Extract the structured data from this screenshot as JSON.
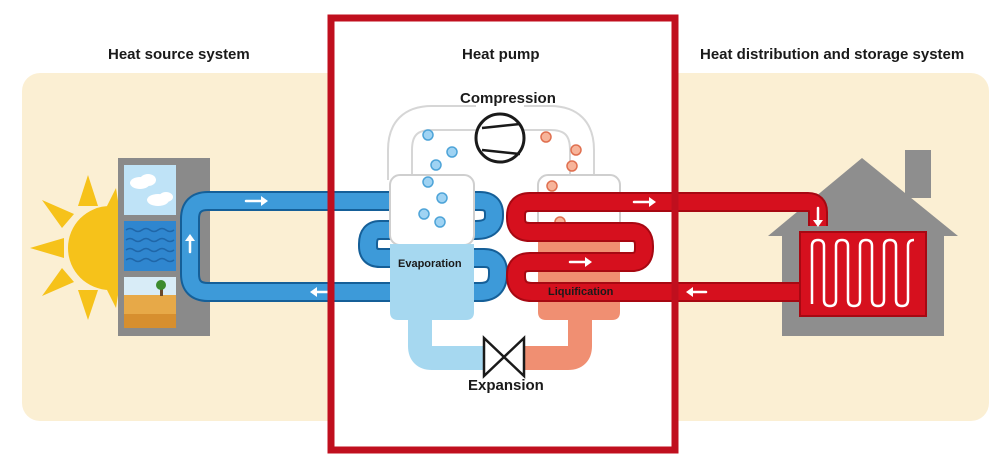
{
  "sections": {
    "heat_source": "Heat source system",
    "heat_pump": "Heat pump",
    "heat_distribution": "Heat distribution and storage system"
  },
  "stages": {
    "compression": "Compression",
    "expansion": "Expansion",
    "evaporation": "Evaporation",
    "liquification": "Liquification"
  },
  "colors": {
    "background_panel": "#fbefd3",
    "frame_red": "#c00f1e",
    "cold_pipe": "#3d9ad9",
    "hot_pipe": "#d6101e",
    "cold_fluid": "#a6d8f0",
    "hot_fluid": "#f08f72",
    "sun": "#f6c21a",
    "house": "#8e8e8e"
  },
  "icons": [
    "sun-icon",
    "environment-panel-icon",
    "house-icon",
    "radiator-icon",
    "compressor-icon",
    "expansion-valve-icon"
  ]
}
